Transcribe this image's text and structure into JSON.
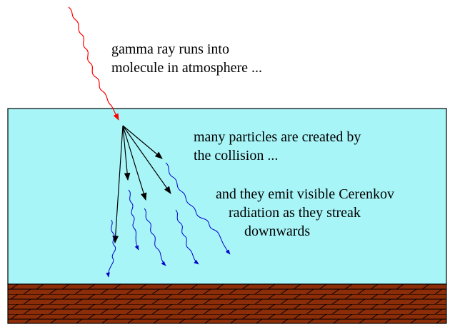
{
  "labels": {
    "gamma": {
      "line1": "gamma ray runs into",
      "line2": "molecule in atmosphere ..."
    },
    "particles": {
      "line1": "many particles are created by",
      "line2": "the collision ..."
    },
    "cerenkov": {
      "line1": "and they emit visible Cerenkov",
      "line2": "radiation as they streak",
      "line3": "downwards"
    }
  },
  "colors": {
    "atmosphere": "#a8f5f8",
    "ground": "#8b2d08",
    "gamma_ray": "#ff0000",
    "particle_tracks": "#000000",
    "cerenkov_light": "#0000cc"
  }
}
